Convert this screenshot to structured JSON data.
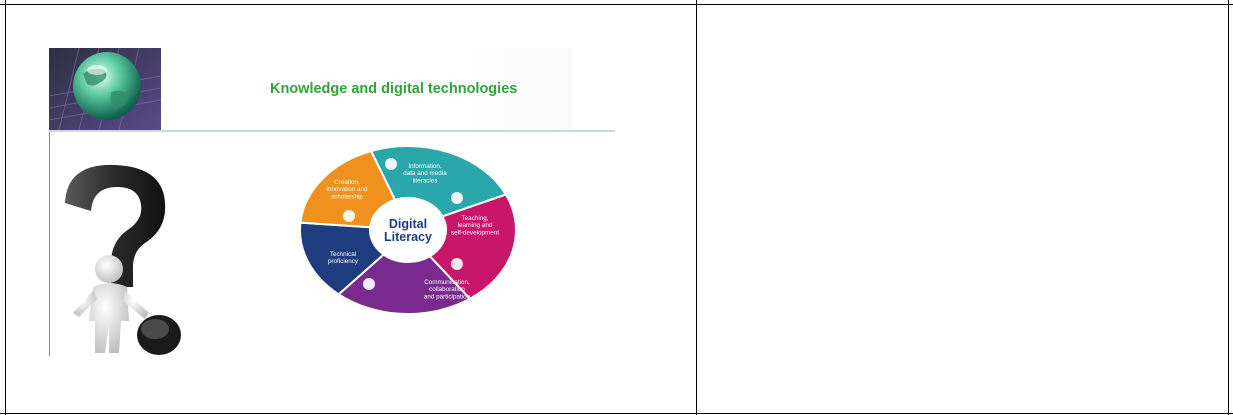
{
  "slide": {
    "title": "Knowledge and digital technologies"
  },
  "wheel": {
    "center_line1": "Digital",
    "center_line2": "Literacy",
    "segments": [
      {
        "lines": [
          "Information,",
          "data and media",
          "literacies"
        ],
        "color": "#2aa7ab",
        "icon": "magnifier-icon"
      },
      {
        "lines": [
          "Teaching,",
          "learning and",
          "self-development"
        ],
        "color": "#c8176a",
        "icon": "gears-icon"
      },
      {
        "lines": [
          "Communication,",
          "collaboration",
          "and participation"
        ],
        "color": "#7a2a8c",
        "icon": "people-cloud-icon"
      },
      {
        "lines": [
          "Technical",
          "proficiency"
        ],
        "color": "#1f3c7e",
        "icon": "devices-icon"
      },
      {
        "lines": [
          "Creation,",
          "innovation and",
          "scholarship"
        ],
        "color": "#f0911e",
        "icon": "lightbulb-icon"
      }
    ]
  }
}
